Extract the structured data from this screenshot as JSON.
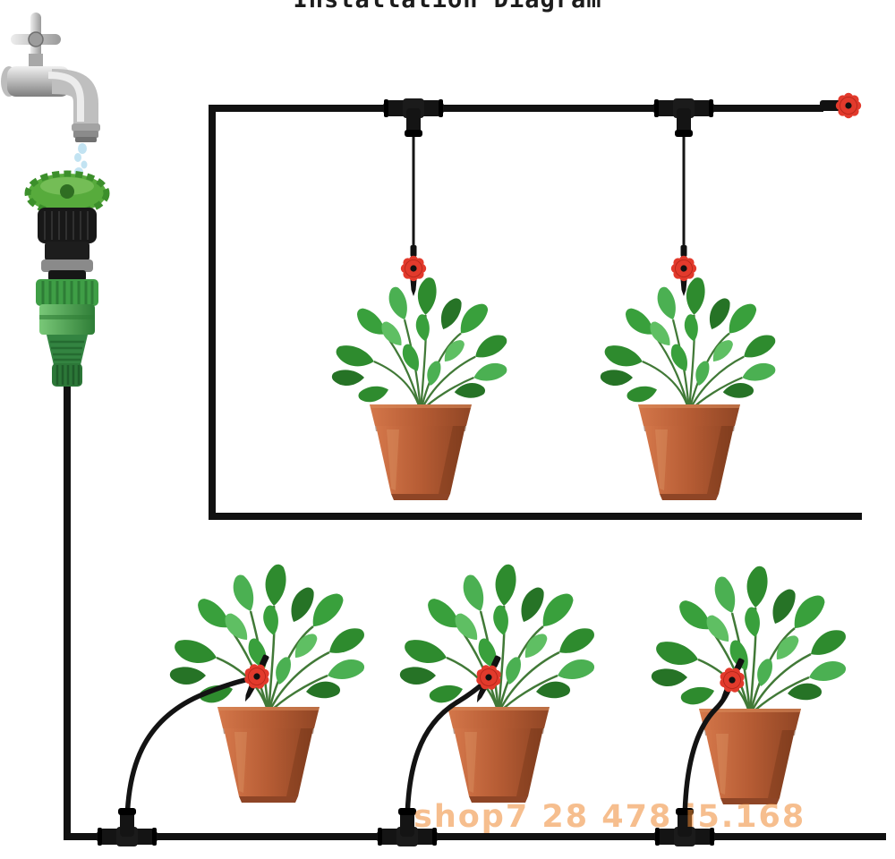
{
  "title": "Installation Diagram",
  "watermark": "shop7 28 478 i5.168",
  "colors": {
    "tube": "#111111",
    "dripper_red": "#e23a2c",
    "connector_green": "#3f9e46",
    "pot_terracotta": "#b65c34",
    "leaf_green": "#39a03c",
    "watermark_orange": "#ef8a33"
  },
  "components": [
    "faucet",
    "faucet-adapter",
    "quick-connector",
    "supply-tube",
    "main-loop-tube",
    "tee-connector",
    "drip-line",
    "dripper",
    "end-plug-dripper",
    "riser-tube",
    "potted-plant"
  ]
}
